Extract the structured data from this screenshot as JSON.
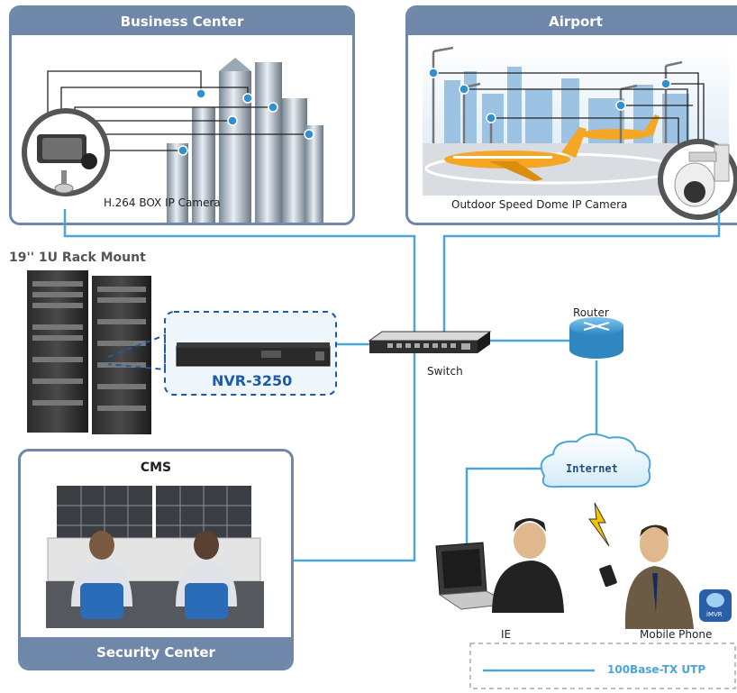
{
  "panels": {
    "business_center": {
      "title": "Business Center",
      "camera_label": "H.264 BOX IP Camera"
    },
    "airport": {
      "title": "Airport",
      "camera_label": "Outdoor Speed Dome IP Camera"
    },
    "security_center": {
      "title": "Security Center",
      "cms_label": "CMS"
    }
  },
  "rack": {
    "label": "19'' 1U Rack Mount",
    "device_label": "NVR-3250"
  },
  "network": {
    "switch_label": "Switch",
    "router_label": "Router",
    "internet_label": "Internet"
  },
  "clients": {
    "pc_label": "IE",
    "phone_label": "Mobile Phone",
    "app_badge": "iMVR"
  },
  "legend": {
    "label": "100Base-TX UTP"
  },
  "colors": {
    "panel_blue": "#6f87a8",
    "link_blue": "#4ba6d6",
    "nvr_blue": "#1f5aa6"
  }
}
